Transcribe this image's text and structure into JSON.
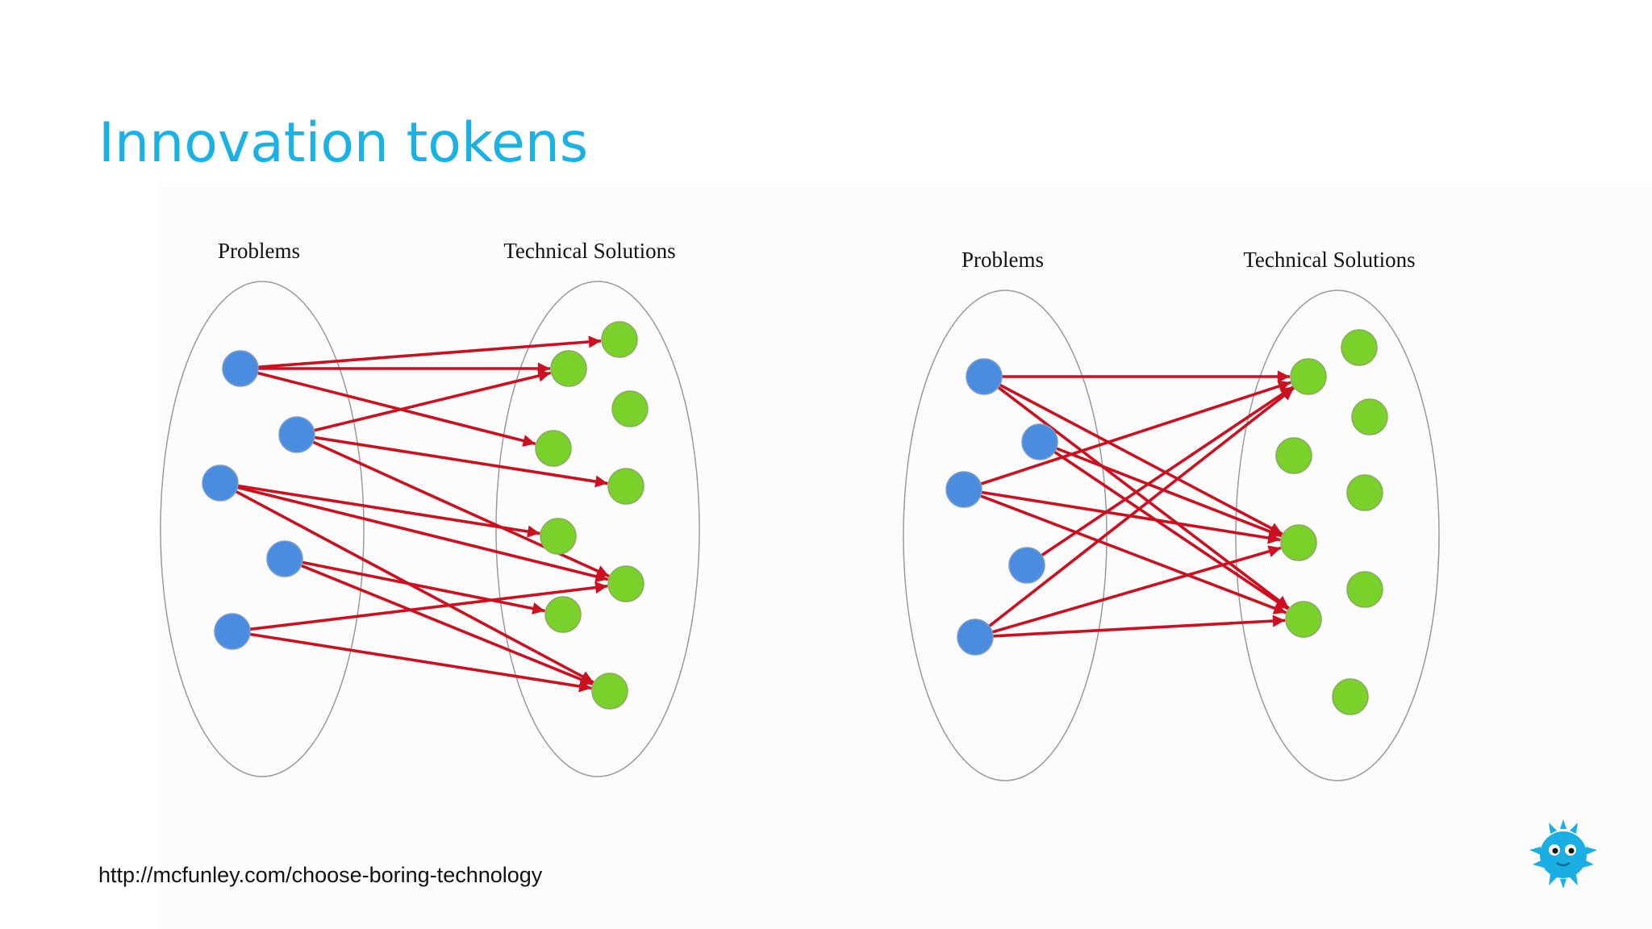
{
  "slide": {
    "title": "Innovation tokens",
    "source_url": "http://mcfunley.com/choose-boring-technology"
  },
  "diagrams": [
    {
      "problems_label": "Problems",
      "solutions_label": "Technical Solutions",
      "problems": [
        "p1",
        "p2",
        "p3",
        "p4",
        "p5"
      ],
      "solutions": [
        "s1",
        "s2",
        "s3",
        "s4",
        "s5",
        "s6",
        "s7",
        "s8",
        "s9"
      ],
      "edges": [
        [
          "p1",
          "s1"
        ],
        [
          "p1",
          "s2"
        ],
        [
          "p1",
          "s4"
        ],
        [
          "p2",
          "s2"
        ],
        [
          "p2",
          "s5"
        ],
        [
          "p2",
          "s7"
        ],
        [
          "p3",
          "s6"
        ],
        [
          "p3",
          "s7"
        ],
        [
          "p3",
          "s9"
        ],
        [
          "p4",
          "s8"
        ],
        [
          "p4",
          "s9"
        ],
        [
          "p5",
          "s7"
        ],
        [
          "p5",
          "s9"
        ]
      ]
    },
    {
      "problems_label": "Problems",
      "solutions_label": "Technical Solutions",
      "problems": [
        "p1",
        "p2",
        "p3",
        "p4",
        "p5"
      ],
      "solutions": [
        "s1",
        "s2",
        "s3",
        "s4",
        "s5",
        "s6",
        "s7",
        "s8",
        "s9"
      ],
      "edges": [
        [
          "p1",
          "s2"
        ],
        [
          "p1",
          "s7"
        ],
        [
          "p1",
          "s8"
        ],
        [
          "p2",
          "s7"
        ],
        [
          "p2",
          "s8"
        ],
        [
          "p3",
          "s2"
        ],
        [
          "p3",
          "s7"
        ],
        [
          "p3",
          "s8"
        ],
        [
          "p4",
          "s2"
        ],
        [
          "p5",
          "s2"
        ],
        [
          "p5",
          "s7"
        ],
        [
          "p5",
          "s8"
        ]
      ]
    }
  ],
  "colors": {
    "title": "#1ab1e5",
    "problem_node": "#4a8de0",
    "solution_node": "#79d12a",
    "arrow": "#cc1020"
  },
  "logo_icon": "pufferfish-mascot-icon"
}
